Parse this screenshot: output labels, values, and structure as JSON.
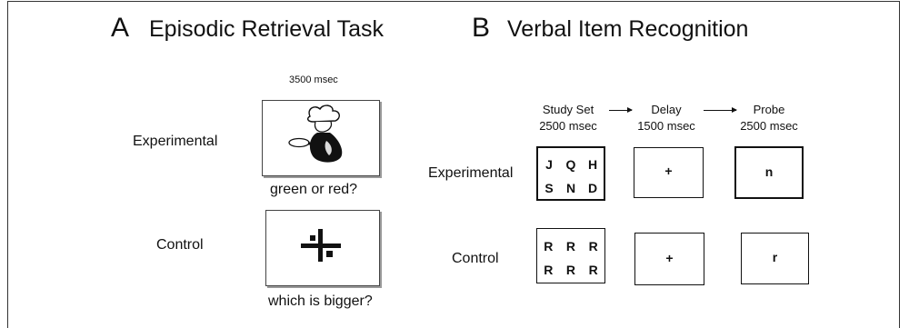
{
  "panel_a": {
    "letter": "A",
    "title": "Episodic Retrieval Task",
    "duration": "3500 msec",
    "experimental_label": "Experimental",
    "experimental_question": "green or red?",
    "control_label": "Control",
    "control_question": "which is bigger?"
  },
  "panel_b": {
    "letter": "B",
    "title": "Verbal Item Recognition",
    "stages": [
      {
        "name": "Study Set",
        "duration": "2500 msec"
      },
      {
        "name": "Delay",
        "duration": "1500 msec"
      },
      {
        "name": "Probe",
        "duration": "2500 msec"
      }
    ],
    "experimental_label": "Experimental",
    "control_label": "Control",
    "experimental": {
      "study_set": [
        "J",
        "Q",
        "H",
        "S",
        "N",
        "D"
      ],
      "delay": "+",
      "probe": "n"
    },
    "control": {
      "study_set": [
        "R",
        "R",
        "R",
        "R",
        "R",
        "R"
      ],
      "delay": "+",
      "probe": "r"
    }
  },
  "icons": {
    "experimental_image": "chef-with-pan-icon",
    "control_image": "plus-with-squares-icon"
  }
}
